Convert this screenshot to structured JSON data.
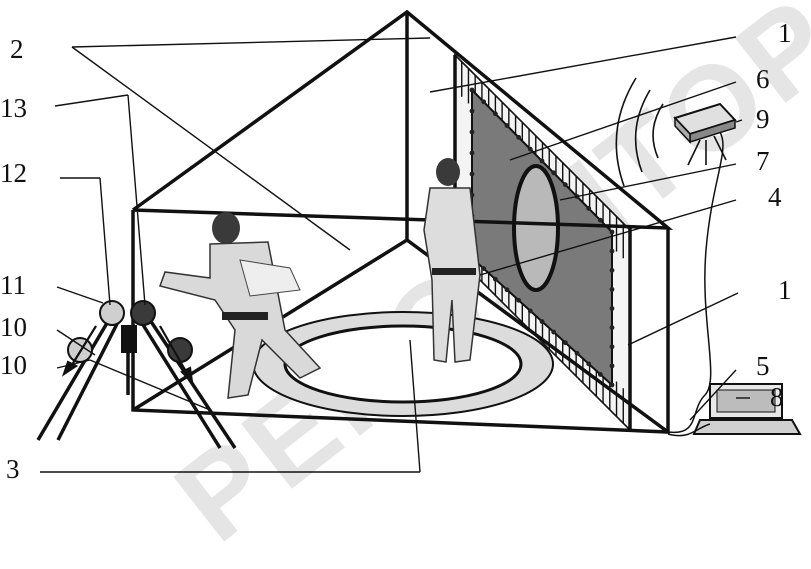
{
  "diagram": {
    "callouts": {
      "c1_top": "1",
      "c2": "2",
      "c13": "13",
      "c12": "12",
      "c11": "11",
      "c10_a": "10",
      "c10_b": "10",
      "c3": "3",
      "c6": "6",
      "c9": "9",
      "c7": "7",
      "c4": "4",
      "c1_bottom": "1",
      "c5": "5",
      "c8": "8"
    },
    "watermark": "РЕПОЗИТОРИЙ БГ"
  },
  "colors": {
    "frame": "#111111",
    "target_panel": "#7a7a7a",
    "target_oval": "#b9b9b9",
    "floor_ring": "#dcdcdc",
    "wall_hatch": "#111111"
  }
}
